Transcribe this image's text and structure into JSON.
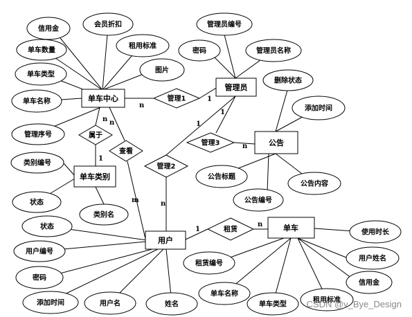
{
  "entities": {
    "bike_center": "单车中心",
    "admin": "管理员",
    "notice": "公告",
    "bike_category": "单车类别",
    "user": "用户",
    "bike": "单车"
  },
  "relations": {
    "manage1": "管理1",
    "manage2": "管理2",
    "manage3": "管理3",
    "belongs": "属于",
    "view": "查看",
    "rent": "租赁"
  },
  "attributes": {
    "credit": "信用金",
    "member_discount": "会员折扣",
    "bike_count": "单车数量",
    "rent_standard": "租用标准",
    "bike_type": "单车类型",
    "picture": "图片",
    "bike_name": "单车名称",
    "manage_no": "管理序号",
    "admin_no": "管理员编号",
    "password": "密码",
    "admin_name": "管理员名称",
    "delete_status": "删除状态",
    "add_time": "添加时间",
    "notice_title": "公告标题",
    "notice_content": "公告内容",
    "notice_no": "公告编号",
    "category_no": "类别编号",
    "status": "状态",
    "category_name": "类别名",
    "user_status": "状态",
    "user_no": "用户编号",
    "user_password": "密码",
    "user_add_time": "添加时间",
    "username": "用户名",
    "real_name": "姓名",
    "use_duration": "使用时长",
    "renter_name": "用户姓名",
    "rent_no": "租赁编号",
    "rented_credit": "信用金",
    "rented_bike_name": "单车名称",
    "rented_bike_type": "单车类型",
    "rented_standard": "租用标准"
  },
  "cardinality": {
    "center_manage1": "n",
    "admin_manage1": "1",
    "admin_manage3": "1",
    "notice_manage3": "n",
    "center_belongs": "n",
    "category_belongs": "1",
    "center_view": "n",
    "user_view": "m",
    "admin_manage2": "1",
    "user_manage2": "n",
    "user_rent": "1",
    "bike_rent": "n"
  },
  "watermark": "CSDN @v_Bye_Design"
}
